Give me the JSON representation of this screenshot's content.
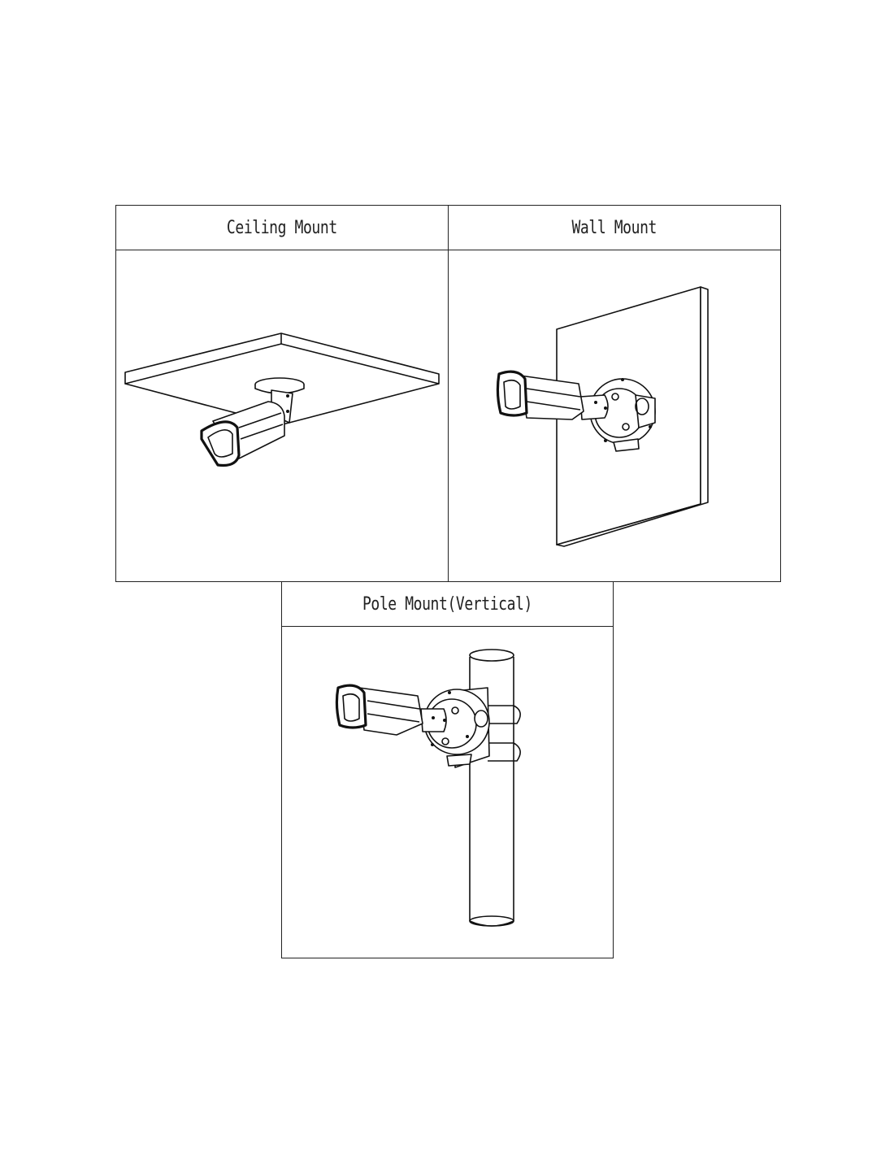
{
  "mounts": [
    {
      "label": "Ceiling Mount",
      "icon": "ceiling-mount-illustration"
    },
    {
      "label": "Wall Mount",
      "icon": "wall-mount-illustration"
    },
    {
      "label": "Pole Mount(Vertical)",
      "icon": "pole-mount-illustration"
    }
  ]
}
